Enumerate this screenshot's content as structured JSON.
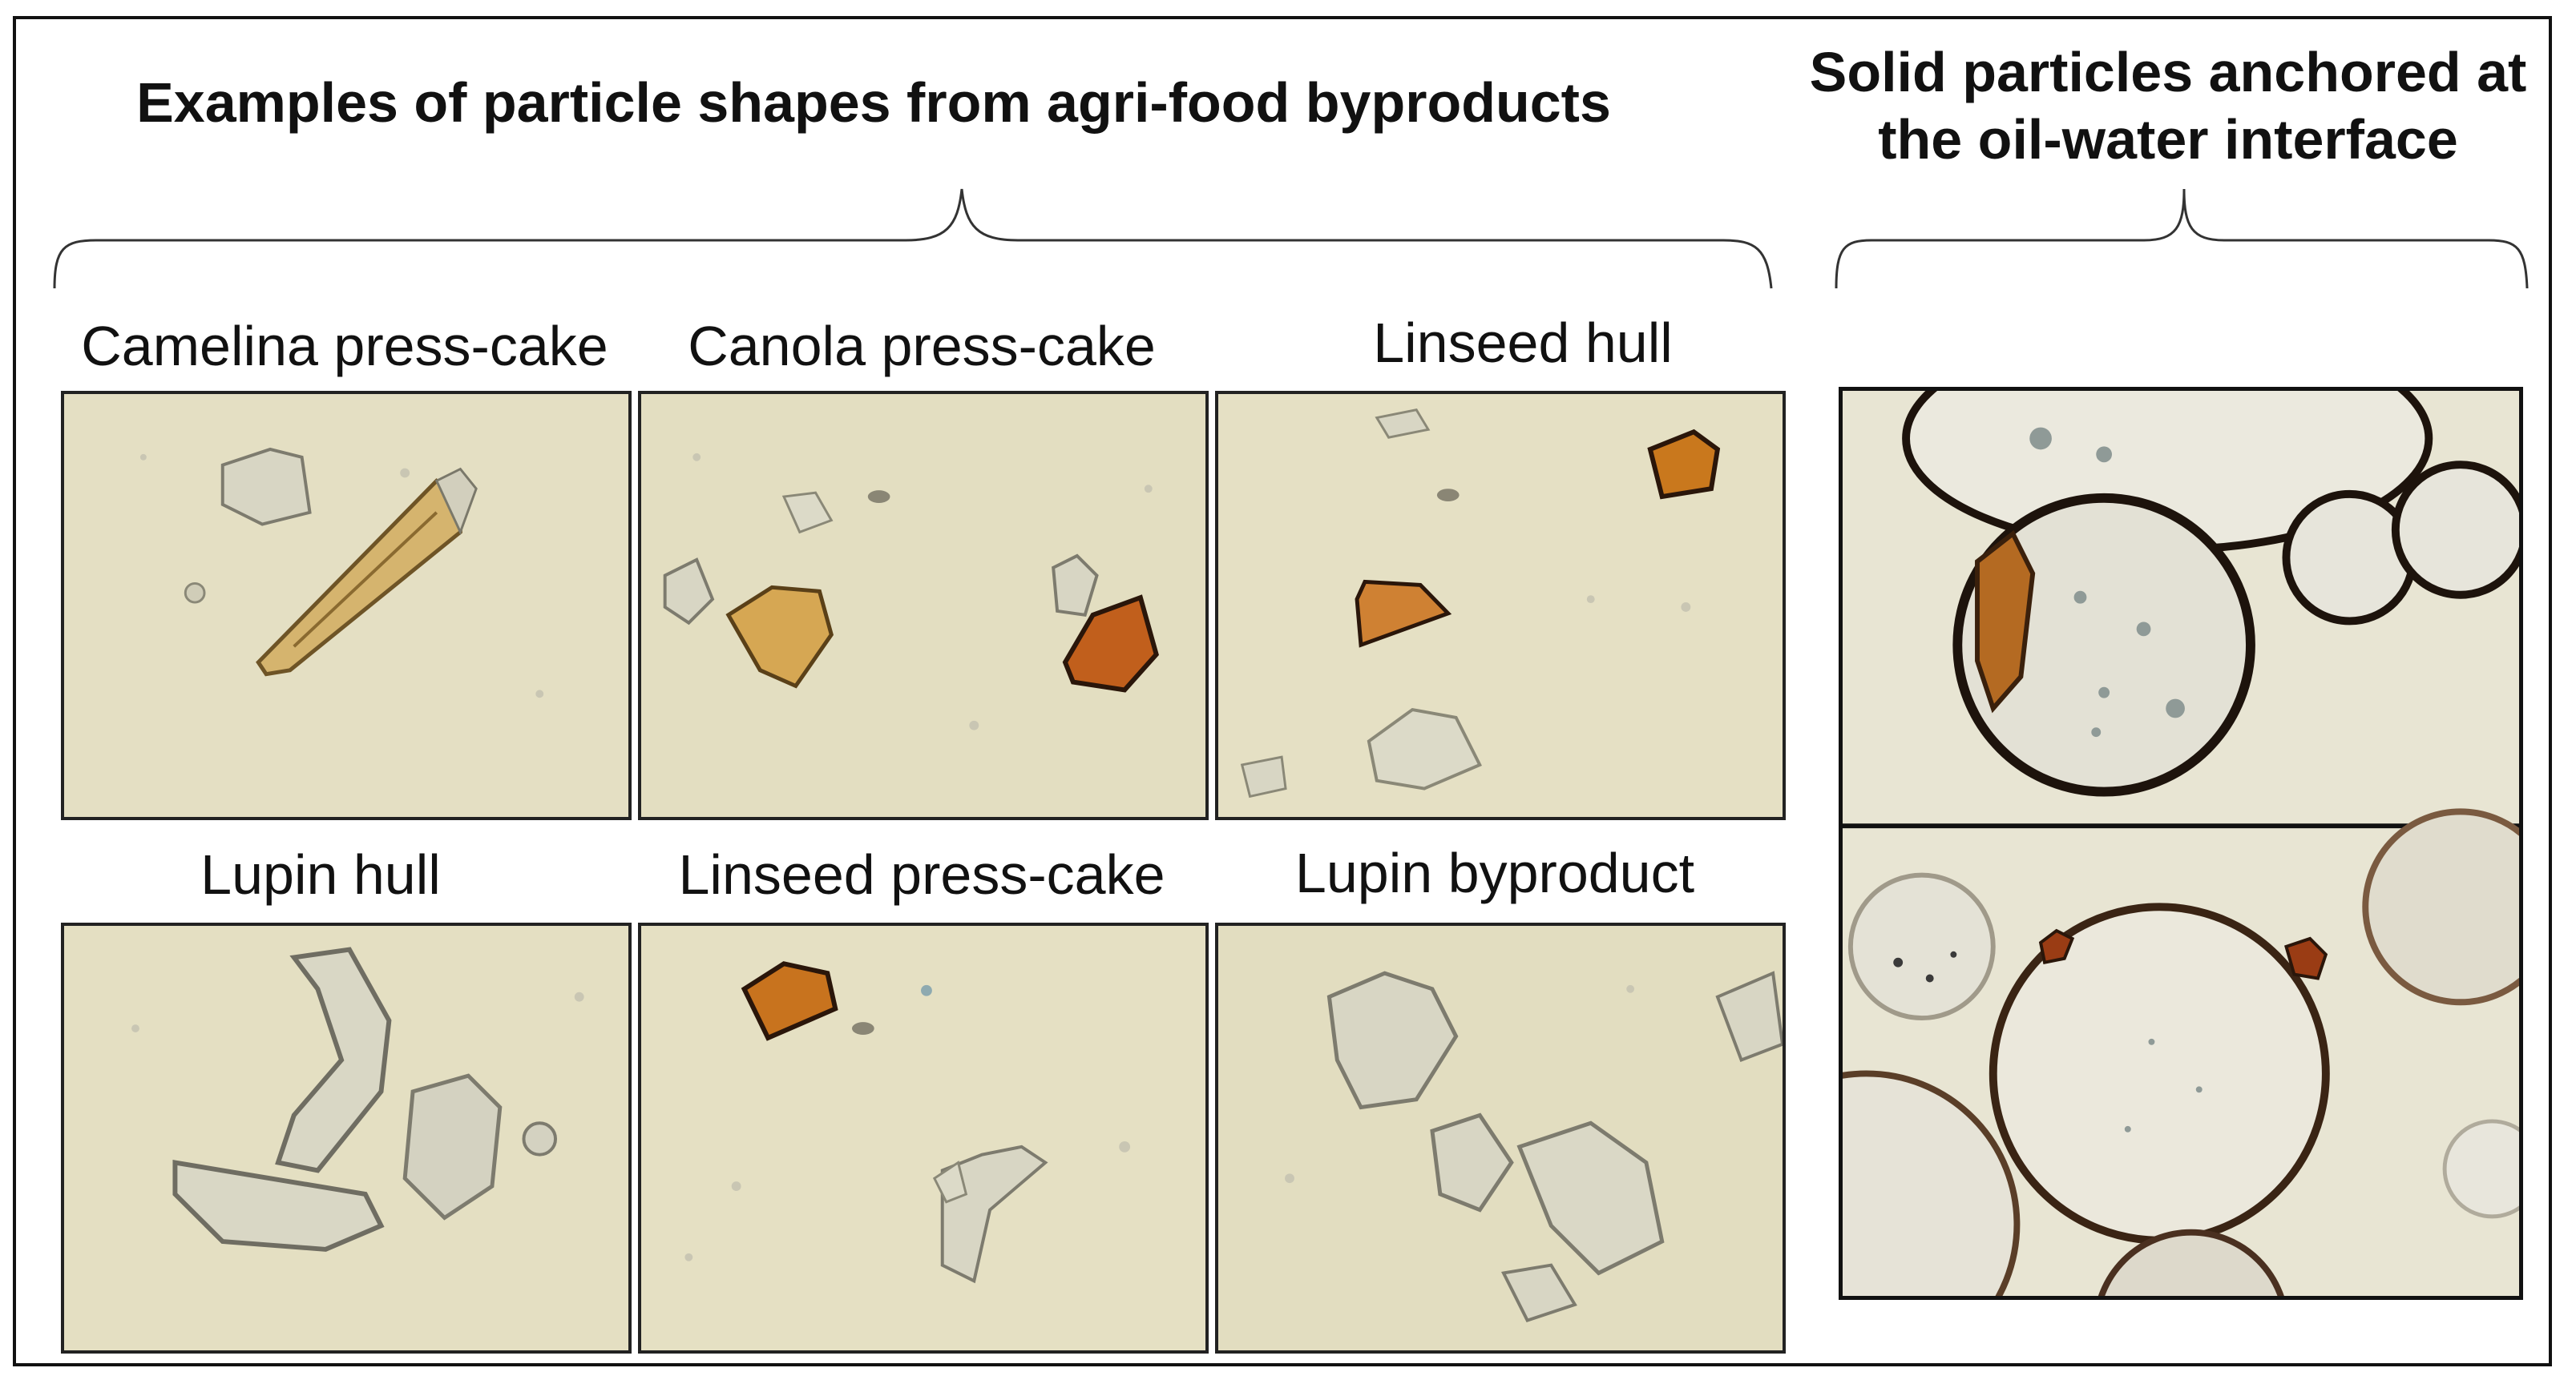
{
  "headings": {
    "left": "Examples of particle shapes from agri-food byproducts",
    "right": "Solid particles anchored at the oil-water interface"
  },
  "panels": [
    {
      "label": "Camelina press-cake"
    },
    {
      "label": "Canola press-cake"
    },
    {
      "label": "Linseed hull"
    },
    {
      "label": "Lupin hull"
    },
    {
      "label": "Linseed press-cake"
    },
    {
      "label": "Lupin byproduct"
    }
  ],
  "colors": {
    "micrograph_background": "#e6e1c3",
    "particle_light": "#cfa95a",
    "particle_dark": "#b75a1c",
    "particle_outline": "#2a1a0c",
    "frame": "#111111"
  }
}
